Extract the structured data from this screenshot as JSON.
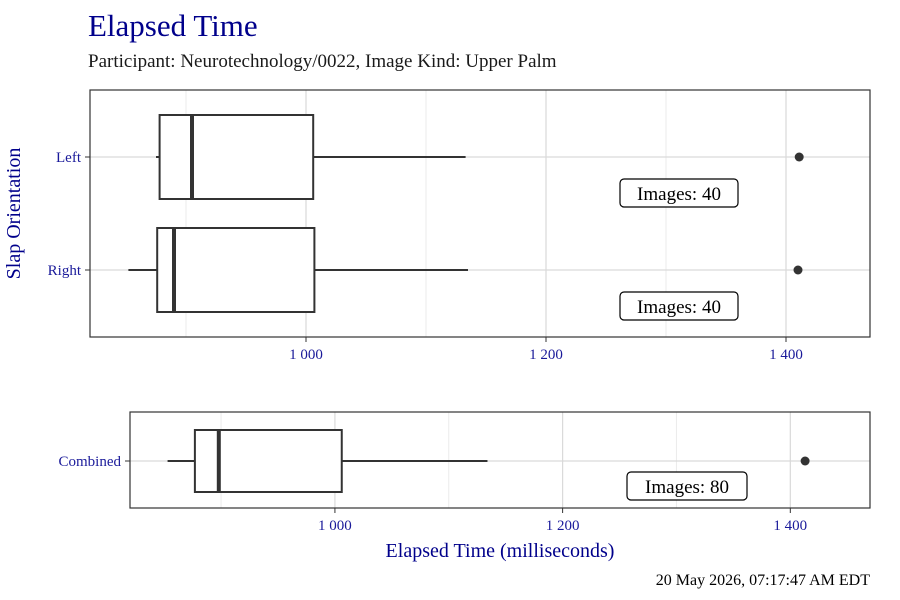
{
  "title": "Elapsed Time",
  "subtitle": "Participant: Neurotechnology/0022, Image Kind: Upper Palm",
  "timestamp": "20 May 2026, 07:17:47 AM EDT",
  "colors": {
    "title": "#00008b",
    "axis_text": "#1a1a9a",
    "box": "#333333",
    "threshold": "#ff0000",
    "grid": "#d9d9d9"
  },
  "chart_data": [
    {
      "type": "boxplot",
      "ylabel": "Slap Orientation",
      "xlabel": "",
      "xlim": [
        820,
        1470
      ],
      "xticks": [
        1000,
        1200,
        1400
      ],
      "xtick_labels": [
        "1 000",
        "1 200",
        "1 400"
      ],
      "threshold": 1500,
      "grid": true,
      "series": [
        {
          "category": "Left",
          "whisker_low": 875,
          "q1": 878,
          "median": 905,
          "q3": 1006,
          "whisker_high": 1133,
          "outliers": [
            1411
          ],
          "label": "Images: 40"
        },
        {
          "category": "Right",
          "whisker_low": 852,
          "q1": 876,
          "median": 890,
          "q3": 1007,
          "whisker_high": 1135,
          "outliers": [
            1410
          ],
          "label": "Images: 40"
        }
      ]
    },
    {
      "type": "boxplot",
      "ylabel": "",
      "xlabel": "Elapsed Time (milliseconds)",
      "xlim": [
        820,
        1470
      ],
      "xticks": [
        1000,
        1200,
        1400
      ],
      "xtick_labels": [
        "1 000",
        "1 200",
        "1 400"
      ],
      "threshold": 1500,
      "grid": true,
      "series": [
        {
          "category": "Combined",
          "whisker_low": 853,
          "q1": 877,
          "median": 898,
          "q3": 1006,
          "whisker_high": 1134,
          "outliers": [
            1413
          ],
          "label": "Images: 80"
        }
      ]
    }
  ]
}
